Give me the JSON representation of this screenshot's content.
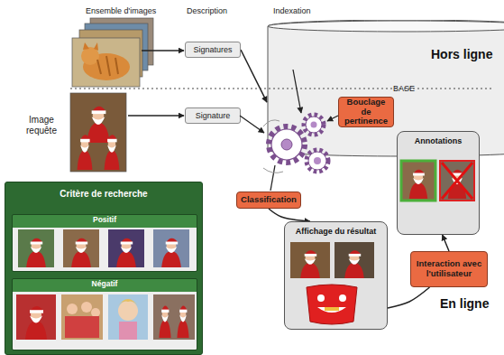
{
  "diagram": {
    "nodes": [
      {
        "text": [
          "Signatures"
        ]
      },
      {
        "text": [
          "BASE"
        ]
      },
      {
        "text": [
          "Signature"
        ]
      },
      {
        "text": [
          "Bouclage de pertinence"
        ]
      },
      {
        "text": [
          "Annotations"
        ]
      },
      {
        "text": [
          "Critère de recherche"
        ]
      },
      {
        "text": [
          "Positif"
        ],
        "in": 5
      },
      {
        "text": [
          "Négatif"
        ],
        "in": 5
      },
      {
        "text": [
          "Classification"
        ]
      },
      {
        "text": [
          "Affichage du résultat"
        ]
      },
      {
        "text": [
          "Interaction avec l'utilisateur"
        ]
      }
    ],
    "edges": [
      {
        "from": 0,
        "to": 1,
        "arrow": "to"
      },
      {
        "from": 8,
        "to": 9,
        "arrow": "to"
      },
      {
        "from": 9,
        "to": 10,
        "arrow": "none"
      },
      {
        "from": 10,
        "to": 4,
        "arrow": "to"
      },
      {
        "from": 4,
        "to": 3,
        "arrow": "none"
      }
    ],
    "labels": [
      "Ensemble d'images",
      "Description",
      "Indexation",
      "Hors ligne",
      "Image requête",
      "En ligne"
    ]
  }
}
